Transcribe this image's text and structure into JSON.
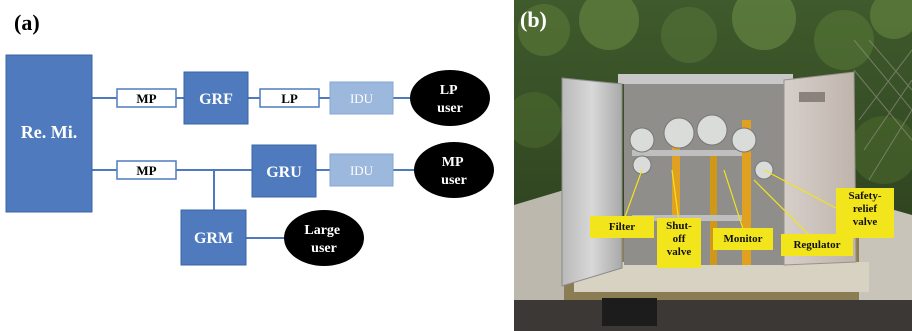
{
  "panel_a": {
    "label": "(a)",
    "nodes": {
      "remi": "Re. Mi.",
      "mp1": "MP",
      "grf": "GRF",
      "lp": "LP",
      "idu1": "IDU",
      "lp_user": [
        "LP",
        "user"
      ],
      "mp2": "MP",
      "gru": "GRU",
      "idu2": "IDU",
      "mp_user": [
        "MP",
        "user"
      ],
      "grm": "GRM",
      "large_user": [
        "Large",
        "user"
      ]
    },
    "colors": {
      "block": "#4f7bbe",
      "idu": "#9db8dd",
      "line": "#4f7bbe",
      "user": "#000000"
    }
  },
  "panel_b": {
    "label": "(b)",
    "callouts": {
      "filter": "Filter",
      "shutoff": [
        "Shut-",
        "off",
        "valve"
      ],
      "monitor": "Monitor",
      "regulator": "Regulator",
      "safety": [
        "Safety-",
        "relief",
        "valve"
      ]
    },
    "colors": {
      "callout": "#f2e51b",
      "pipe": "#e0a020"
    }
  }
}
